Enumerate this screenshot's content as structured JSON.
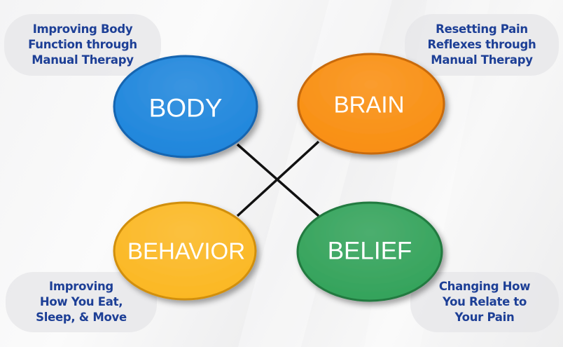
{
  "nodes": [
    {
      "id": "body",
      "label": "BODY",
      "color": "#1f86dc",
      "rim": "#1565b0"
    },
    {
      "id": "brain",
      "label": "BRAIN",
      "color": "#f98f12",
      "rim": "#c86b08"
    },
    {
      "id": "behavior",
      "label": "BEHAVIOR",
      "color": "#fbb824",
      "rim": "#d18f10"
    },
    {
      "id": "belief",
      "label": "BELIEF",
      "color": "#34a35b",
      "rim": "#217a40"
    }
  ],
  "captions": {
    "body": [
      "Improving Body",
      "Function through",
      "Manual Therapy"
    ],
    "brain": [
      "Resetting Pain",
      "Reflexes through",
      "Manual Therapy"
    ],
    "behavior": [
      "Improving",
      "How You Eat,",
      "Sleep, & Move"
    ],
    "belief": [
      "Changing How",
      "You Relate to",
      "Your Pain"
    ]
  },
  "connections": [
    {
      "from": "body",
      "to": "belief"
    },
    {
      "from": "brain",
      "to": "behavior"
    }
  ],
  "colors": {
    "caption_text": "#1d3f96",
    "connector": "#111111"
  }
}
